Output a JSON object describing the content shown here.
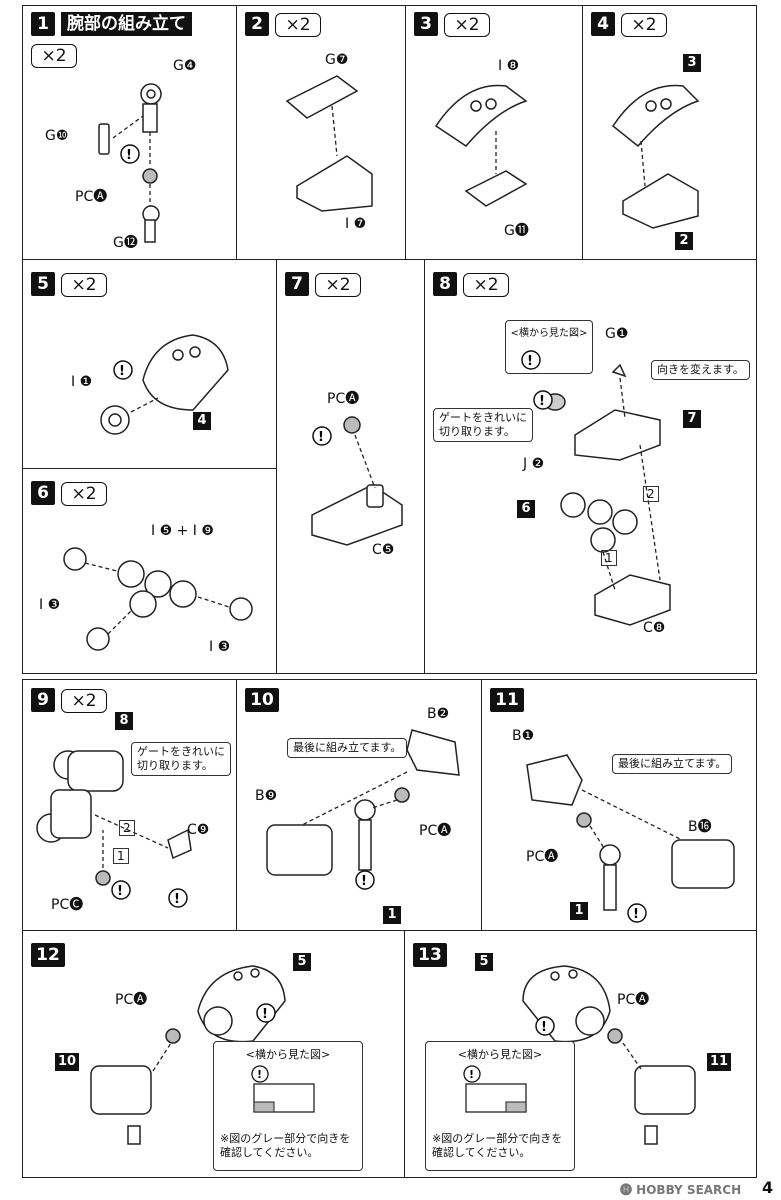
{
  "steps": {
    "s1": {
      "num": "1",
      "title": "腕部の組み立て",
      "mult": "×2",
      "labels": {
        "g4": "G❹",
        "g10": "G❿",
        "pca": "PC🅐",
        "g12": "G⓬"
      }
    },
    "s2": {
      "num": "2",
      "mult": "×2",
      "labels": {
        "g7": "G❼",
        "i7": "I ❼"
      }
    },
    "s3": {
      "num": "3",
      "mult": "×2",
      "labels": {
        "i8": "I ❽",
        "g11": "G⓫"
      }
    },
    "s4": {
      "num": "4",
      "mult": "×2",
      "labels": {
        "ref3": "3",
        "ref2": "2"
      }
    },
    "s5": {
      "num": "5",
      "mult": "×2",
      "labels": {
        "i1": "I ❶",
        "ref4": "4"
      }
    },
    "s6": {
      "num": "6",
      "mult": "×2",
      "labels": {
        "i5i9": "I ❺ + I ❾",
        "i3a": "I ❸",
        "i3b": "I ❸"
      }
    },
    "s7": {
      "num": "7",
      "mult": "×2",
      "labels": {
        "pca": "PC🅐",
        "c5": "C❺"
      }
    },
    "s8": {
      "num": "8",
      "mult": "×2",
      "labels": {
        "side": "<横から見た図>",
        "g1": "G❶",
        "gate": "ゲートをきれいに\n切り取ります。",
        "j2": "J ❷",
        "turn": "向きを変えます。",
        "ref7": "7",
        "ref6": "6",
        "c8": "C❽",
        "o1": "1",
        "o2": "2"
      }
    },
    "s9": {
      "num": "9",
      "mult": "×2",
      "labels": {
        "ref8": "8",
        "gate": "ゲートをきれいに\n切り取ります。",
        "c9": "C❾",
        "pcc": "PC🅒",
        "o1": "1",
        "o2": "2"
      }
    },
    "s10": {
      "num": "10",
      "labels": {
        "b2": "B❷",
        "last": "最後に組み立てます。",
        "b9": "B❾",
        "pca": "PC🅐",
        "ref1": "1"
      }
    },
    "s11": {
      "num": "11",
      "labels": {
        "b1": "B❶",
        "last": "最後に組み立てます。",
        "pca": "PC🅐",
        "b16": "B⓰",
        "ref1": "1"
      }
    },
    "s12": {
      "num": "12",
      "labels": {
        "pca": "PC🅐",
        "ref5": "5",
        "ref10": "10",
        "side": "<横から見た図>",
        "note": "※図のグレー部分で向きを\n確認してください。"
      }
    },
    "s13": {
      "num": "13",
      "labels": {
        "ref5": "5",
        "pca": "PC🅐",
        "ref11": "11",
        "side": "<横から見た図>",
        "note": "※図のグレー部分で向きを\n確認してください。"
      }
    }
  },
  "footer": {
    "logo": "🅗 HOBBY SEARCH",
    "page": "4"
  }
}
